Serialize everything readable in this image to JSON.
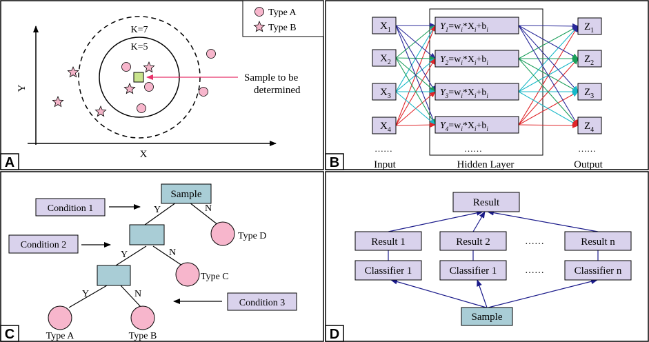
{
  "panelA": {
    "panel_label": "A",
    "legend_type_a": "Type A",
    "legend_type_b": "Type B",
    "k7": "K=7",
    "k5": "K=5",
    "sample_line1": "Sample to be",
    "sample_line2": "determined",
    "axis_x": "X",
    "axis_y": "Y",
    "colors": {
      "circle": "#f7b6cc",
      "star": "#f3b4c8",
      "sample": "#c9e48d",
      "arrow": "#e8336b"
    }
  },
  "panelB": {
    "panel_label": "B",
    "inputs": [
      "X",
      "X",
      "X",
      "X"
    ],
    "input_subs": [
      "1",
      "2",
      "3",
      "4"
    ],
    "hidden": [
      {
        "y": "Y",
        "sub": "1"
      },
      {
        "y": "Y",
        "sub": "2"
      },
      {
        "y": "Y",
        "sub": "3"
      },
      {
        "y": "Y",
        "sub": "4"
      }
    ],
    "formula_rest": "=w",
    "formula_i": "i",
    "formula_mul": "*X",
    "formula_plus": "+b",
    "outputs": [
      "Z",
      "Z",
      "Z",
      "Z"
    ],
    "output_subs": [
      "1",
      "2",
      "3",
      "4"
    ],
    "ellipsis": "……",
    "ellipsis_hidden": "……",
    "ellipsis_out": "……",
    "label_input": "Input",
    "label_hidden": "Hidden Layer",
    "label_output": "Output",
    "colors": {
      "blue": "#2a2a9a",
      "green": "#1a9e5a",
      "cyan": "#18b8c8",
      "red": "#e0262a"
    }
  },
  "panelC": {
    "panel_label": "C",
    "sample": "Sample",
    "condition1": "Condition 1",
    "condition2": "Condition 2",
    "condition3": "Condition 3",
    "y": "Y",
    "n": "N",
    "type_a": "Type A",
    "type_b": "Type B",
    "type_c": "Type C",
    "type_d": "Type D"
  },
  "panelD": {
    "panel_label": "D",
    "result": "Result",
    "results": [
      "Result 1",
      "Result 2",
      "Result n"
    ],
    "classifiers": [
      "Classifier 1",
      "Classifier 1",
      "Classifier n"
    ],
    "ellipsis": "……",
    "sample": "Sample"
  }
}
